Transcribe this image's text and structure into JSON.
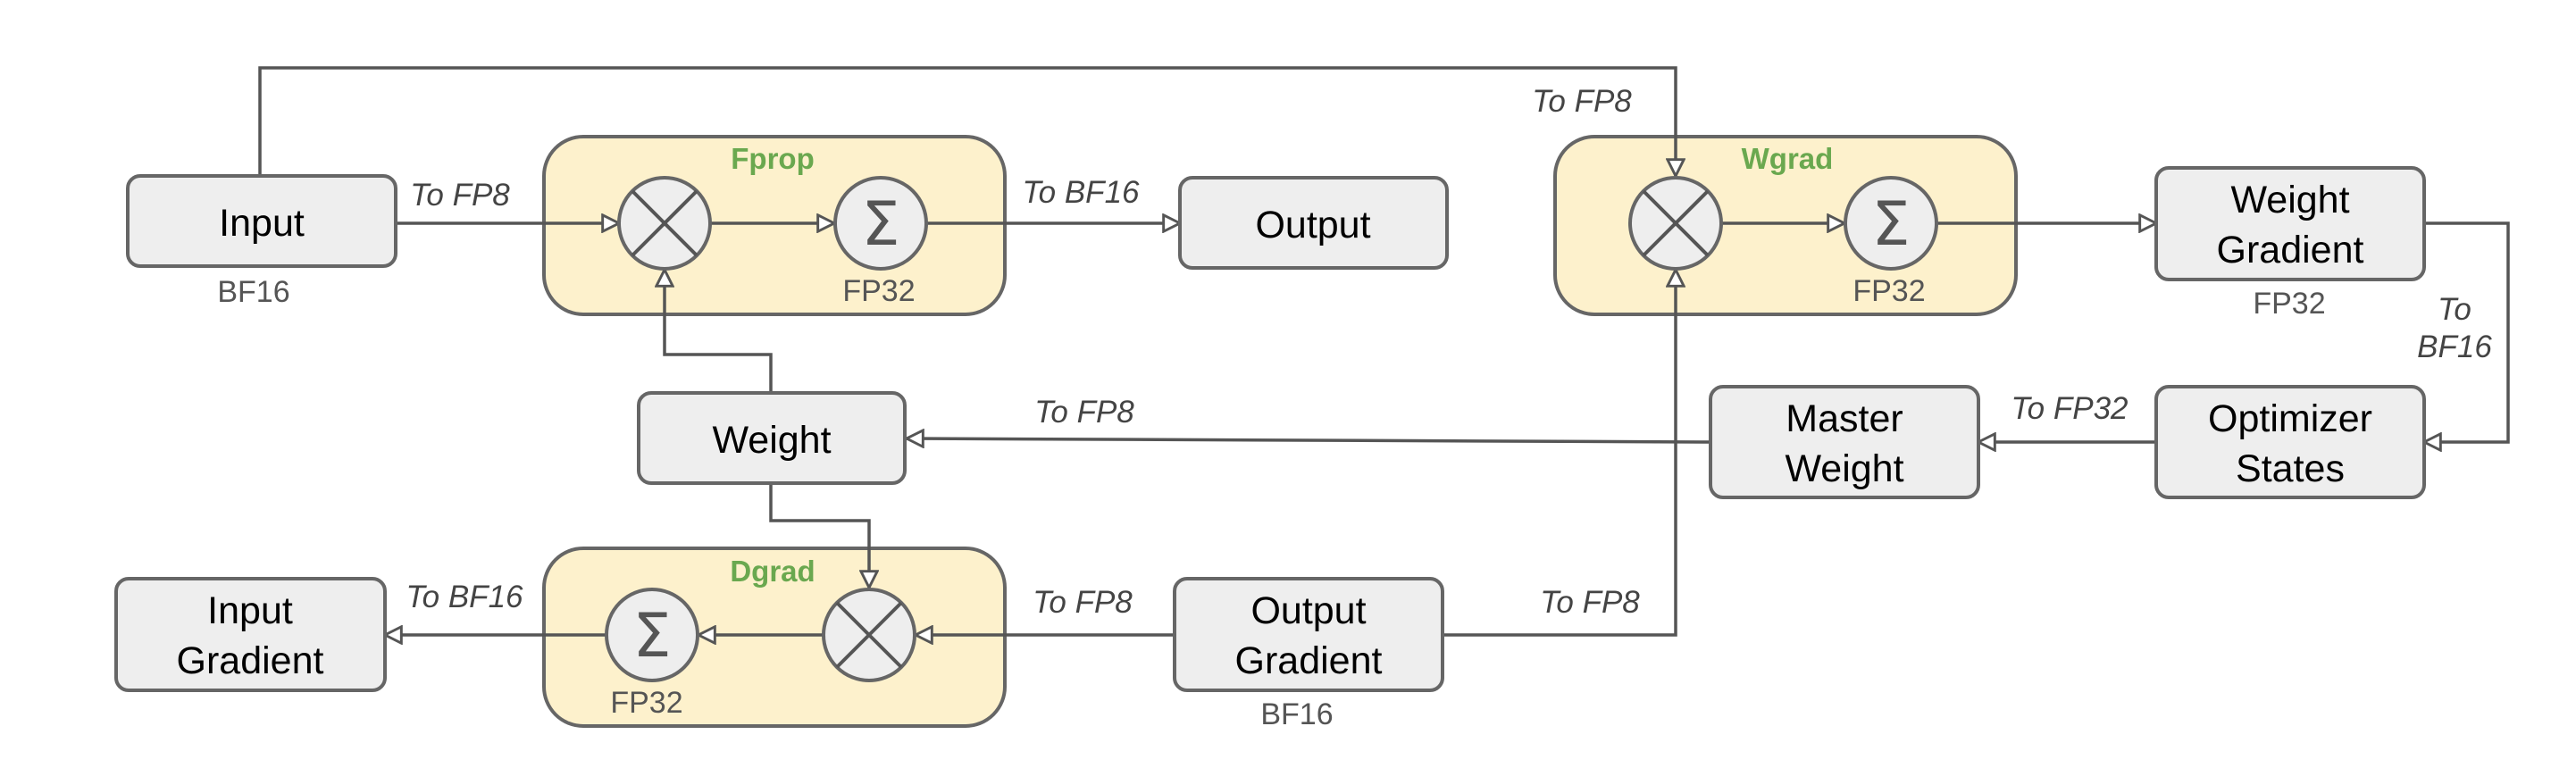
{
  "groups": {
    "fprop": "Fprop",
    "wgrad": "Wgrad",
    "dgrad": "Dgrad"
  },
  "nodes": {
    "input": "Input",
    "output": "Output",
    "weight": "Weight",
    "input_gradient_line1": "Input",
    "input_gradient_line2": "Gradient",
    "output_gradient_line1": "Output",
    "output_gradient_line2": "Gradient",
    "weight_gradient_line1": "Weight",
    "weight_gradient_line2": "Gradient",
    "master_weight_line1": "Master",
    "master_weight_line2": "Weight",
    "optimizer_states_line1": "Optimizer",
    "optimizer_states_line2": "States"
  },
  "dtypes": {
    "input": "BF16",
    "fprop_accum": "FP32",
    "wgrad_accum": "FP32",
    "weight_gradient": "FP32",
    "dgrad_accum": "FP32",
    "output_gradient": "BF16"
  },
  "conversions": {
    "input_to_fprop": "To FP8",
    "fprop_to_output": "To BF16",
    "input_to_wgrad": "To FP8",
    "opt_bf16_line1": "To",
    "opt_bf16_line2": "BF16",
    "master_to_weight": "To FP8",
    "optimizer_to_master": "To FP32",
    "dgrad_to_input_grad": "To BF16",
    "output_grad_to_dgrad": "To FP8",
    "output_grad_to_wgrad": "To FP8"
  },
  "operators": {
    "sum_symbol": "Σ"
  },
  "colors": {
    "group_fill": "#fdf1cc",
    "group_title": "#6aa84f",
    "box_fill": "#eeeeee",
    "stroke": "#666666"
  }
}
